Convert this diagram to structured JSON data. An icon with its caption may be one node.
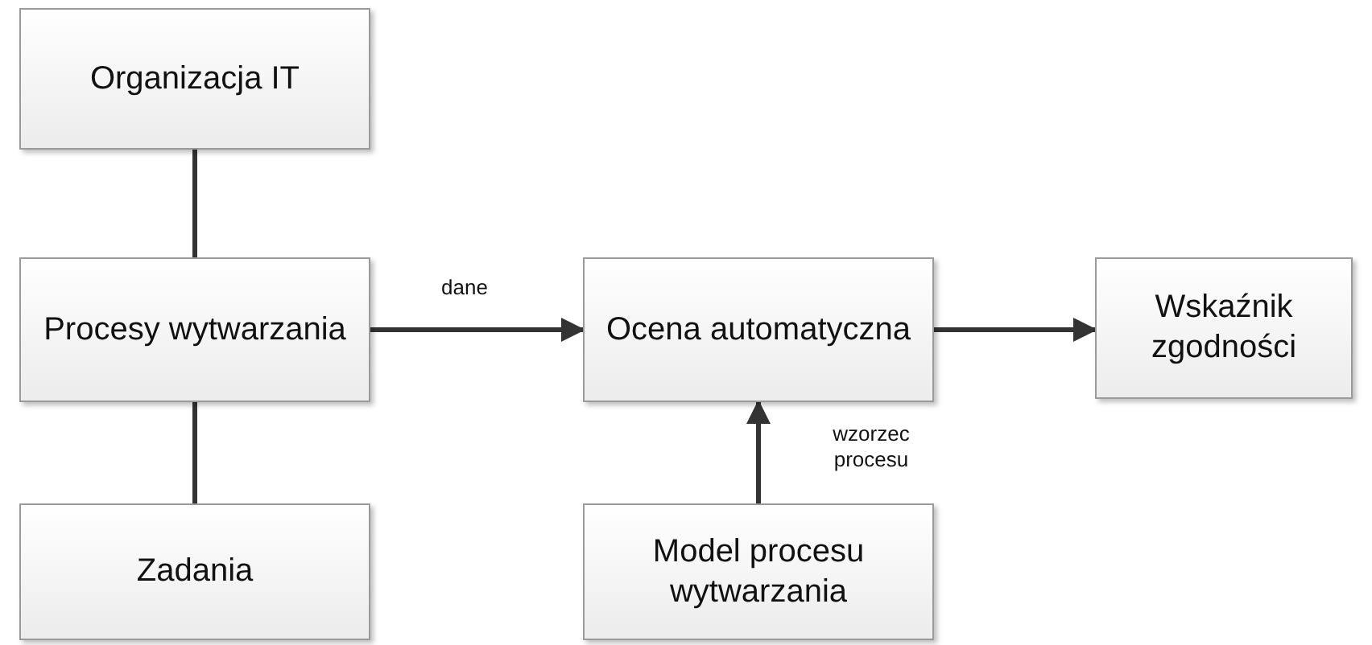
{
  "diagram": {
    "nodes": [
      {
        "text": [
          "Organizacja IT"
        ]
      },
      {
        "text": [
          "Procesy wytwarzania"
        ]
      },
      {
        "text": [
          "Zadania"
        ]
      },
      {
        "text": [
          "Ocena automatyczna"
        ]
      },
      {
        "text": [
          "Wskaźnik zgodności"
        ]
      },
      {
        "text": [
          "Model procesu wytwarzania"
        ]
      }
    ],
    "edges": [
      {
        "from": 0,
        "to": 1,
        "arrow": "none"
      },
      {
        "from": 1,
        "to": 2,
        "arrow": "none"
      },
      {
        "from": 1,
        "to": 3,
        "arrow": "to",
        "label": "dane"
      },
      {
        "from": 3,
        "to": 4,
        "arrow": "to"
      },
      {
        "from": 5,
        "to": 3,
        "arrow": "to",
        "label": "wzorzec procesu"
      }
    ]
  }
}
